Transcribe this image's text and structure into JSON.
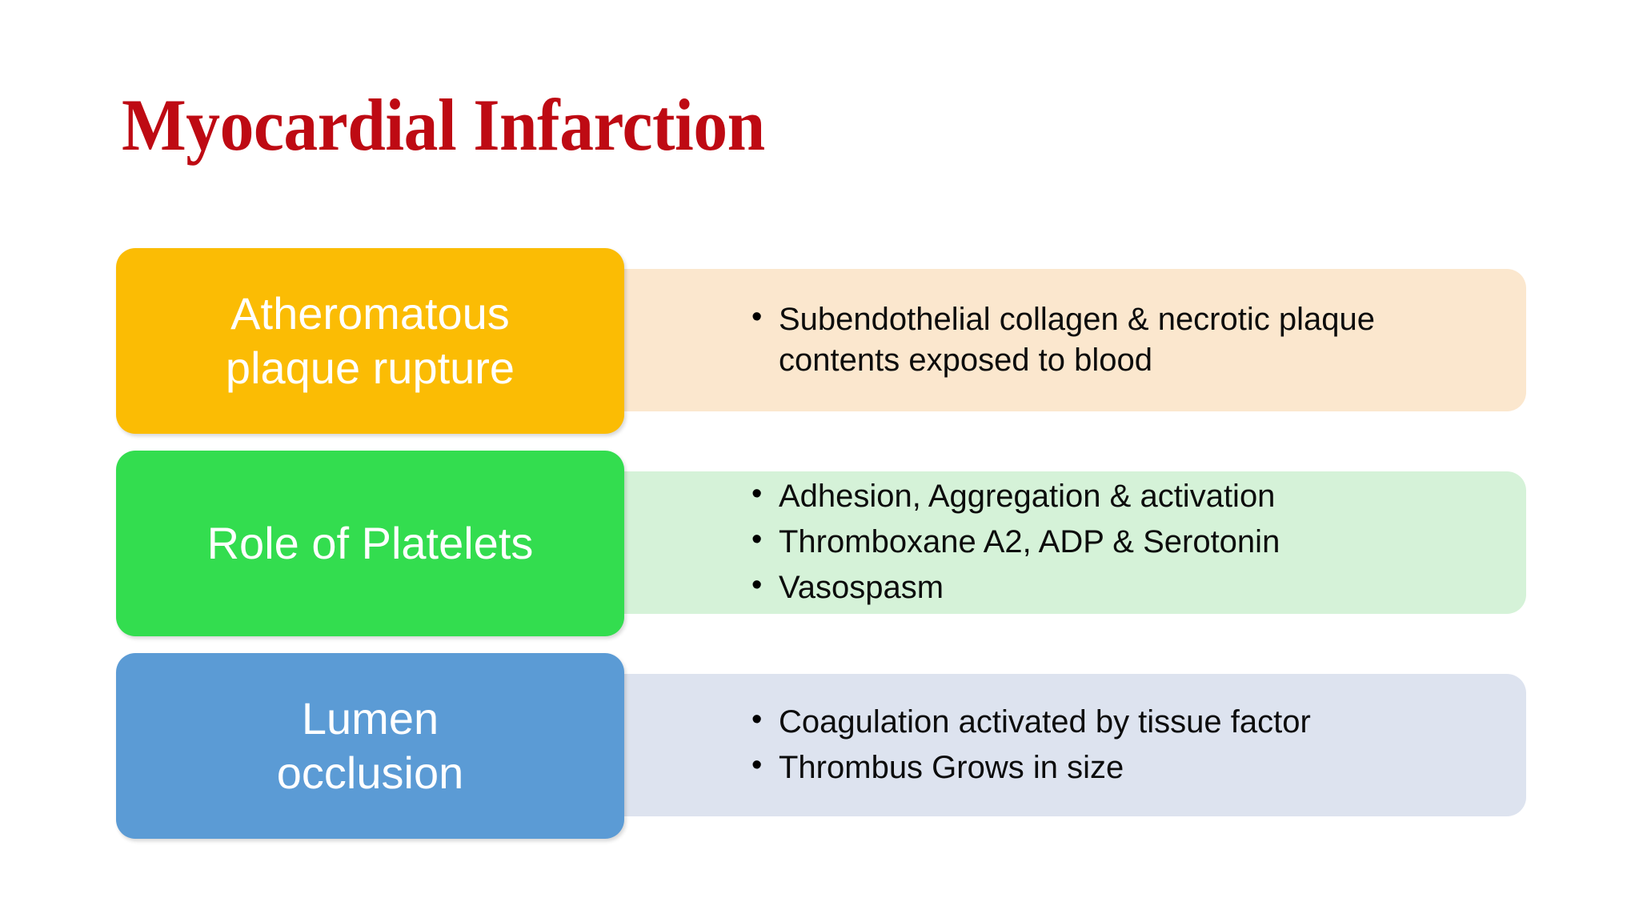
{
  "slide": {
    "title": "Myocardial Infarction",
    "title_color": "#BE0A13",
    "background": "#FFFFFF"
  },
  "rows": [
    {
      "label": "Atheromatous\nplaque rupture",
      "label_color": "#FBBC04",
      "panel_color": "#FBE7CE",
      "bullets": [
        "Subendothelial collagen & necrotic plaque contents exposed to blood"
      ]
    },
    {
      "label": "Role of Platelets",
      "label_color": "#33DD4F",
      "panel_color": "#D5F2D8",
      "bullets": [
        "Adhesion, Aggregation & activation",
        "Thromboxane A2, ADP & Serotonin",
        "Vasospasm"
      ]
    },
    {
      "label": "Lumen\nocclusion",
      "label_color": "#5B9BD5",
      "panel_color": "#DDE3EF",
      "bullets": [
        "Coagulation activated by tissue factor",
        "Thrombus Grows in size"
      ]
    }
  ]
}
